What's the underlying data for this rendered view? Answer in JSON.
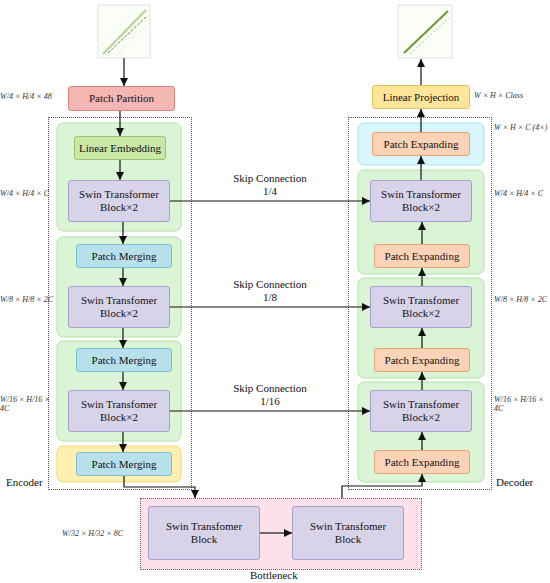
{
  "diagram": {
    "nodes": [
      {
        "text": [
          "Patch Partition"
        ]
      },
      {
        "text": [
          "Encoder"
        ]
      },
      {
        "text": [
          "Linear Embedding"
        ],
        "in": 1
      },
      {
        "text": [
          "Swin Transformer Block×2"
        ],
        "in": 1
      },
      {
        "text": [
          "Patch Merging"
        ],
        "in": 1
      },
      {
        "text": [
          "Swin Transfomer Block×2"
        ],
        "in": 1
      },
      {
        "text": [
          "Patch Merging"
        ],
        "in": 1
      },
      {
        "text": [
          "Swin Transfomer Block×2"
        ],
        "in": 1
      },
      {
        "text": [
          "Patch Merging"
        ],
        "in": 1
      },
      {
        "text": [
          "Linear Projection"
        ]
      },
      {
        "text": [
          "Decoder"
        ]
      },
      {
        "text": [
          "Patch Expanding"
        ],
        "in": 10
      },
      {
        "text": [
          "Swin Transformer Block×2"
        ],
        "in": 10
      },
      {
        "text": [
          "Patch Expanding"
        ],
        "in": 10
      },
      {
        "text": [
          "Swin Transfomer Block×2"
        ],
        "in": 10
      },
      {
        "text": [
          "Patch Expanding"
        ],
        "in": 10
      },
      {
        "text": [
          "Swin Transfomer Block×2"
        ],
        "in": 10
      },
      {
        "text": [
          "Patch Expanding"
        ],
        "in": 10
      },
      {
        "text": [
          "Bottleneck"
        ]
      },
      {
        "text": [
          "Swin Transfomer Block"
        ],
        "in": 18
      },
      {
        "text": [
          "Swin Transfomer Block"
        ],
        "in": 18
      }
    ],
    "edges": [
      {
        "from": 0,
        "to": 2,
        "arrow": "to"
      },
      {
        "from": 2,
        "to": 3,
        "arrow": "to"
      },
      {
        "from": 3,
        "to": 4,
        "arrow": "to"
      },
      {
        "from": 4,
        "to": 5,
        "arrow": "to"
      },
      {
        "from": 5,
        "to": 6,
        "arrow": "to"
      },
      {
        "from": 6,
        "to": 7,
        "arrow": "to"
      },
      {
        "from": 7,
        "to": 8,
        "arrow": "to"
      },
      {
        "from": 8,
        "to": 18,
        "arrow": "to"
      },
      {
        "from": 19,
        "to": 20,
        "arrow": "to"
      },
      {
        "from": 18,
        "to": 17,
        "arrow": "to"
      },
      {
        "from": 17,
        "to": 16,
        "arrow": "to"
      },
      {
        "from": 16,
        "to": 15,
        "arrow": "to"
      },
      {
        "from": 15,
        "to": 14,
        "arrow": "to"
      },
      {
        "from": 14,
        "to": 13,
        "arrow": "to"
      },
      {
        "from": 13,
        "to": 12,
        "arrow": "to"
      },
      {
        "from": 12,
        "to": 11,
        "arrow": "to"
      },
      {
        "from": 11,
        "to": 9,
        "arrow": "to"
      },
      {
        "from": 3,
        "to": 12,
        "label": "Skip Connection 1/4",
        "arrow": "to"
      },
      {
        "from": 5,
        "to": 14,
        "label": "Skip Connection 1/8",
        "arrow": "to"
      },
      {
        "from": 7,
        "to": 16,
        "label": "Skip Connection 1/16",
        "arrow": "to"
      }
    ],
    "labels": [
      "W/4 × H/4 × 48",
      "W/4 × H/4 × C",
      "W/8 × H/8 × 2C",
      "W/16 × H/16 × 4C",
      "W/32 × H/32 × 8C",
      "W × H × Class",
      "W × H × C (4×)",
      "W/4 × H/4 × C",
      "W/8 × H/8 × 2C",
      "W/16 × H/16 × 4C"
    ]
  }
}
